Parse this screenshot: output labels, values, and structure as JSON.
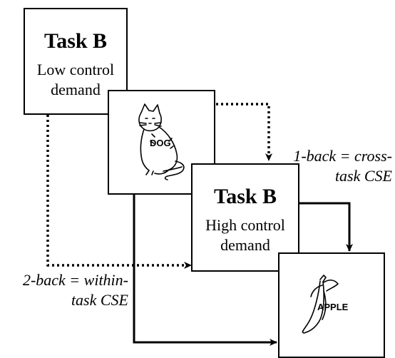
{
  "task_low": {
    "title": "Task B",
    "line1": "Low control",
    "line2": "demand"
  },
  "image_cat": {
    "icon": "cat-icon",
    "word": "DOG"
  },
  "task_high": {
    "title": "Task B",
    "line1": "High control",
    "line2": "demand"
  },
  "image_banana": {
    "icon": "banana-icon",
    "word": "APPLE"
  },
  "annotations": {
    "one_back_line1": "1-back = cross-",
    "one_back_line2": "task CSE",
    "two_back_line1": "2-back = within-",
    "two_back_line2": "task CSE"
  }
}
